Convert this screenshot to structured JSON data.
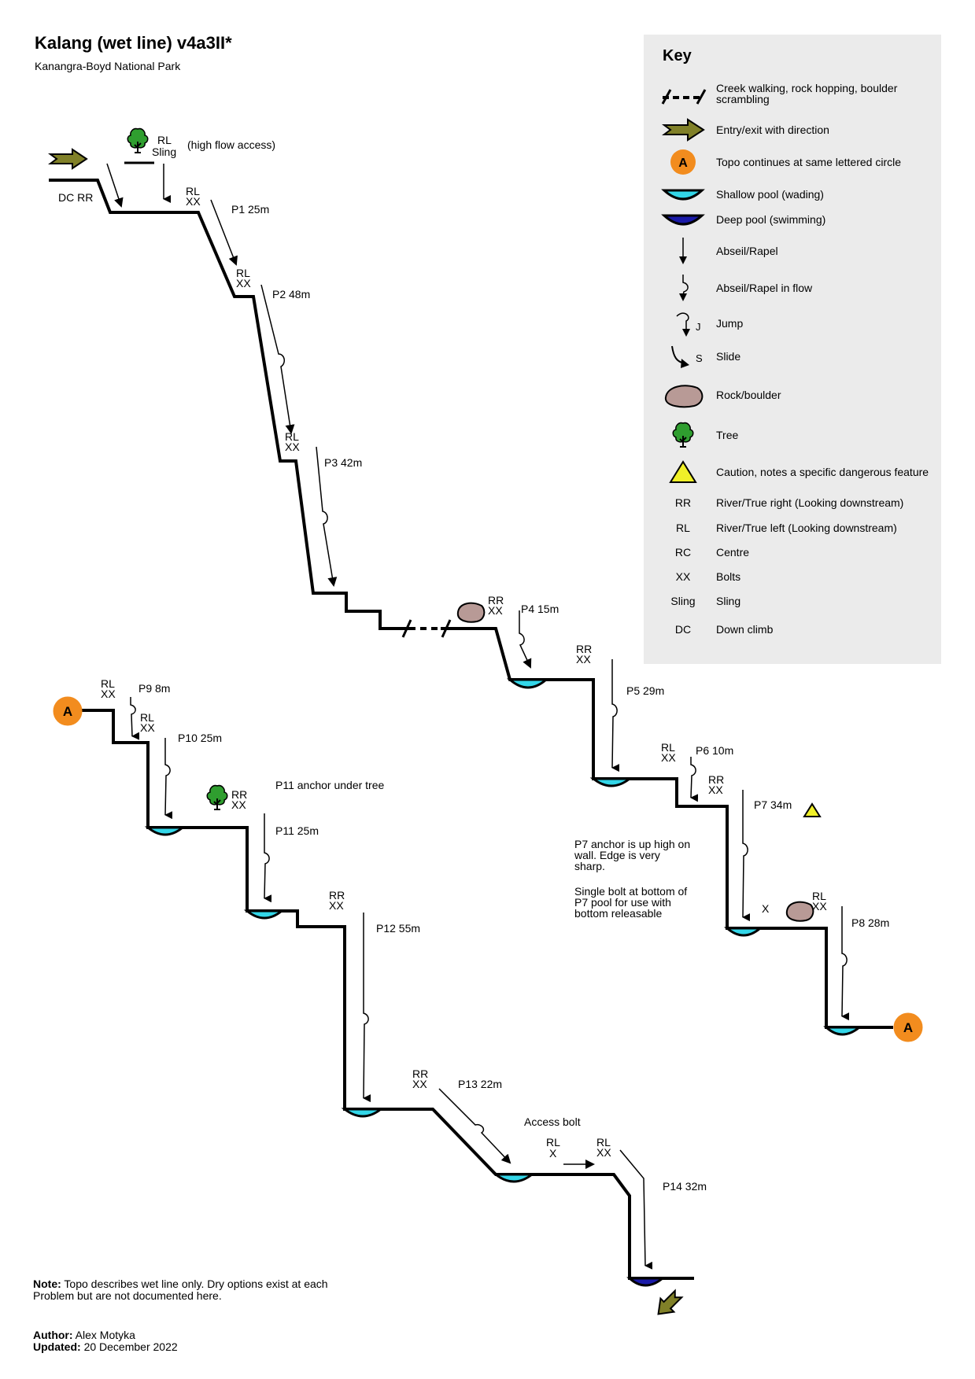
{
  "header": {
    "title": "Kalang (wet line) v4a3II*",
    "subtitle": "Kanangra-Boyd National Park"
  },
  "key": {
    "title": "Key",
    "items": [
      {
        "symbol": "creek-walking-icon",
        "label": "Creek walking, rock hopping, boulder scrambling"
      },
      {
        "symbol": "entry-exit-arrow-icon",
        "label": "Entry/exit with direction"
      },
      {
        "symbol": "continuation-circle-icon",
        "symbol_text": "A",
        "label": "Topo continues at same lettered circle"
      },
      {
        "symbol": "shallow-pool-icon",
        "label": "Shallow pool (wading)"
      },
      {
        "symbol": "deep-pool-icon",
        "label": "Deep pool (swimming)"
      },
      {
        "symbol": "abseil-icon",
        "label": "Abseil/Rapel"
      },
      {
        "symbol": "abseil-in-flow-icon",
        "label": "Abseil/Rapel in flow"
      },
      {
        "symbol": "jump-icon",
        "symbol_text": "J",
        "label": "Jump"
      },
      {
        "symbol": "slide-icon",
        "symbol_text": "S",
        "label": "Slide"
      },
      {
        "symbol": "boulder-icon",
        "label": "Rock/boulder"
      },
      {
        "symbol": "tree-icon",
        "label": "Tree"
      },
      {
        "symbol": "caution-icon",
        "label": "Caution, notes a specific dangerous feature"
      },
      {
        "symbol": "text",
        "symbol_text": "RR",
        "label": "River/True right (Looking downstream)"
      },
      {
        "symbol": "text",
        "symbol_text": "RL",
        "label": "River/True left (Looking downstream)"
      },
      {
        "symbol": "text",
        "symbol_text": "RC",
        "label": "Centre"
      },
      {
        "symbol": "text",
        "symbol_text": "XX",
        "label": "Bolts"
      },
      {
        "symbol": "text",
        "symbol_text": "Sling",
        "label": "Sling"
      },
      {
        "symbol": "text",
        "symbol_text": "DC",
        "label": "Down climb"
      }
    ]
  },
  "topo": {
    "entry": {
      "anchor": "DC RR",
      "rl": "RL",
      "sling": "Sling",
      "high_flow": "(high flow access)"
    },
    "pitches": [
      {
        "id": "P1",
        "label": "P1 25m",
        "side": "RL",
        "anchor": "XX"
      },
      {
        "id": "P2",
        "label": "P2 48m",
        "side": "RL",
        "anchor": "XX"
      },
      {
        "id": "P3",
        "label": "P3 42m",
        "side": "RL",
        "anchor": "XX"
      },
      {
        "id": "P4",
        "label": "P4 15m",
        "side": "RR",
        "anchor": "XX"
      },
      {
        "id": "P5",
        "label": "P5 29m",
        "side": "RR",
        "anchor": "XX"
      },
      {
        "id": "P6",
        "label": "P6 10m",
        "side": "RL",
        "anchor": "XX"
      },
      {
        "id": "P7",
        "label": "P7 34m",
        "side": "RR",
        "anchor": "XX"
      },
      {
        "id": "P8",
        "label": "P8 28m",
        "side": "RL",
        "anchor": "XX",
        "extra_bolt": "X"
      },
      {
        "id": "P9",
        "label": "P9 8m",
        "side": "RL",
        "anchor": "XX"
      },
      {
        "id": "P10",
        "label": "P10 25m",
        "side": "RL",
        "anchor": "XX"
      },
      {
        "id": "P11",
        "label": "P11 25m",
        "side": "RR",
        "anchor": "XX",
        "note": "P11 anchor under tree"
      },
      {
        "id": "P12",
        "label": "P12 55m",
        "side": "RR",
        "anchor": "XX"
      },
      {
        "id": "P13",
        "label": "P13 22m",
        "side": "RR",
        "anchor": "XX"
      },
      {
        "id": "P14",
        "label": "P14 32m",
        "side": "RL",
        "anchor": "XX",
        "access_bolt_side": "RL",
        "access_bolt": "X",
        "access_label": "Access bolt"
      }
    ],
    "p7_note": [
      "P7 anchor is up high on",
      "wall. Edge is very",
      "sharp.",
      "",
      "Single bolt at bottom of",
      "P7 pool for use with",
      "bottom releasable"
    ],
    "continuation_letter": "A"
  },
  "note": {
    "label": "Note:",
    "text": "Topo describes wet line only. Dry options exist at each Problem but are not documented here."
  },
  "footer": {
    "author_label": "Author:",
    "author": "Alex Motyka",
    "updated_label": "Updated:",
    "updated": "20 December 2022"
  },
  "colors": {
    "shallow_pool": "#33d6e8",
    "deep_pool": "#1a1aa8",
    "orange_circle": "#f28c1e",
    "boulder": "#b89a96",
    "tree": "#2f9e2f",
    "entry_arrow": "#808028",
    "caution": "#f0f028",
    "key_bg": "#ebebeb"
  }
}
